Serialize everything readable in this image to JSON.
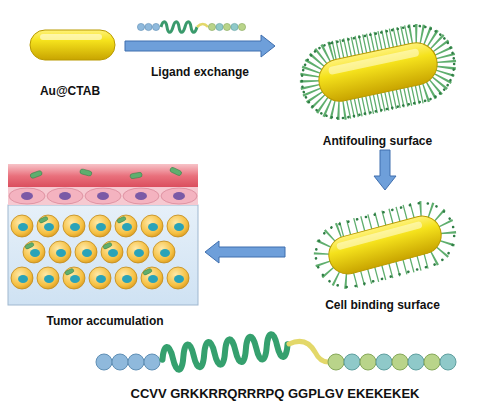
{
  "diagram": {
    "nodes": [
      {
        "text": [
          "Au@CTAB"
        ]
      },
      {
        "text": [
          "Antifouling surface"
        ]
      },
      {
        "text": [
          "Cell binding surface"
        ]
      },
      {
        "text": [
          "Tumor accumulation"
        ]
      }
    ],
    "edges": [
      {
        "from": 0,
        "to": 1,
        "arrow": "to",
        "label": "Ligand exchange"
      },
      {
        "from": 1,
        "to": 2,
        "arrow": "to"
      },
      {
        "from": 2,
        "to": 3,
        "arrow": "to"
      }
    ],
    "labels": [
      "CCVV GRKKRRQRRRPQ GGPLGV EKEKEKEK"
    ]
  }
}
